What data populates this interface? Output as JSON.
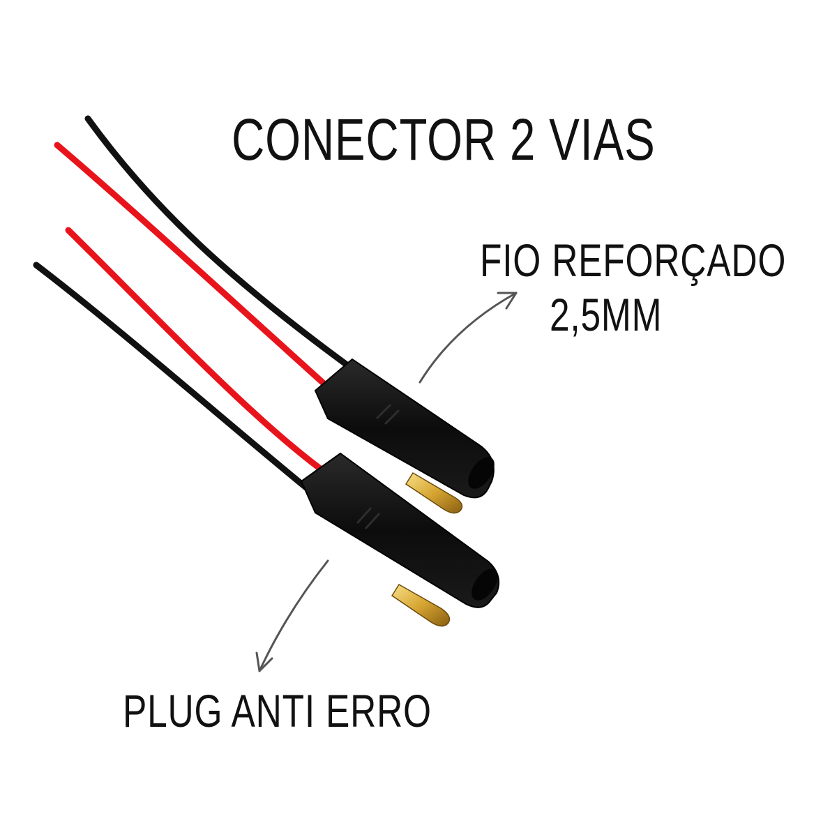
{
  "title": "CONECTOR 2 VIAS",
  "callouts": {
    "wire_line1": "FIO REFORÇADO",
    "wire_line2": "2,5MM",
    "plug": "PLUG ANTI ERRO"
  },
  "colors": {
    "wire_red": "#e8141c",
    "wire_black": "#111111",
    "housing": "#121212",
    "pin_gold": "#d6a532",
    "arrow": "#555555",
    "text": "#111111"
  }
}
